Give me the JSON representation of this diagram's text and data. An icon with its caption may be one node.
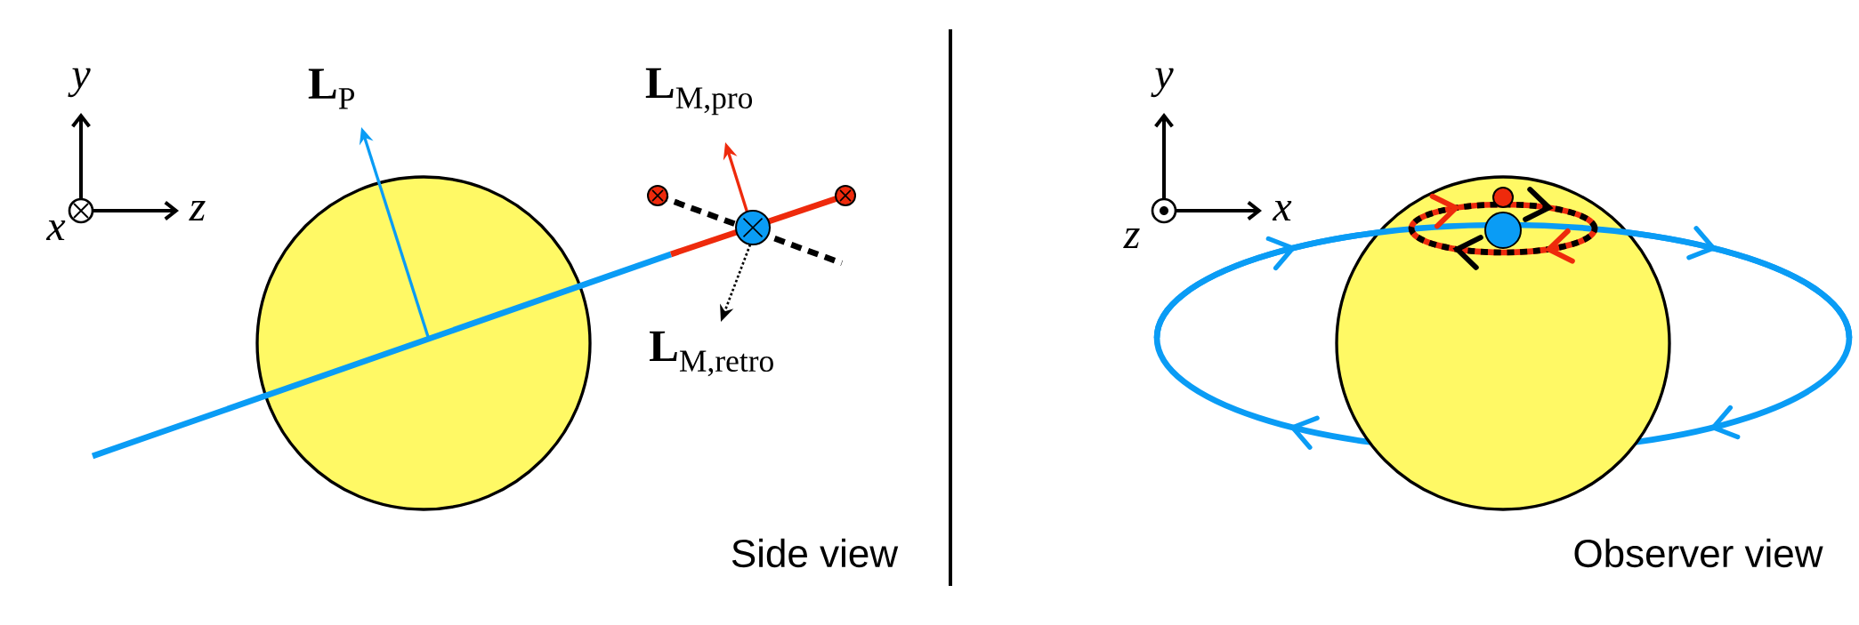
{
  "diagram": {
    "labels": [
      "y",
      "z",
      "x",
      "**L**$_{P}$",
      "**L**$_{M,pro}$",
      "**L**$_{M,retro}$",
      "Side view",
      "y",
      "x",
      "z",
      "Observer view"
    ]
  }
}
